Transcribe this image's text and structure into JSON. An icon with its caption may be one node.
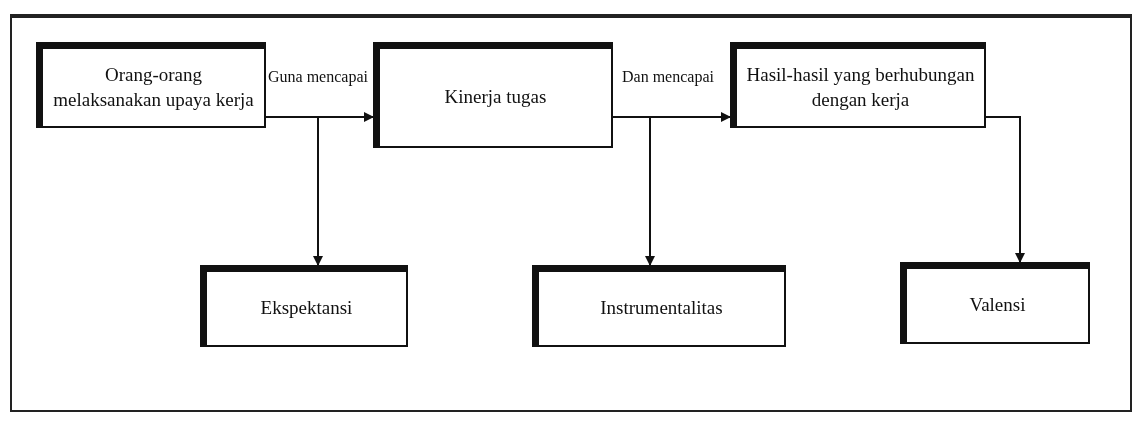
{
  "diagram": {
    "nodes": [
      {
        "text": [
          "Orang-orang melaksanakan upaya kerja"
        ]
      },
      {
        "text": [
          "Kinerja tugas"
        ]
      },
      {
        "text": [
          "Hasil-hasil yang berhubungan dengan kerja"
        ]
      },
      {
        "text": [
          "Ekspektansi"
        ]
      },
      {
        "text": [
          "Instrumentalitas"
        ]
      },
      {
        "text": [
          "Valensi"
        ]
      }
    ],
    "edges": [
      {
        "from": 0,
        "to": 1,
        "arrow": "to",
        "label": "Guna mencapai"
      },
      {
        "from": 0,
        "to": 3,
        "arrow": "to"
      },
      {
        "from": 1,
        "to": 2,
        "arrow": "to",
        "label": "Dan mencapai"
      },
      {
        "from": 1,
        "to": 4,
        "arrow": "to"
      },
      {
        "from": 2,
        "to": 5,
        "arrow": "to"
      }
    ]
  }
}
